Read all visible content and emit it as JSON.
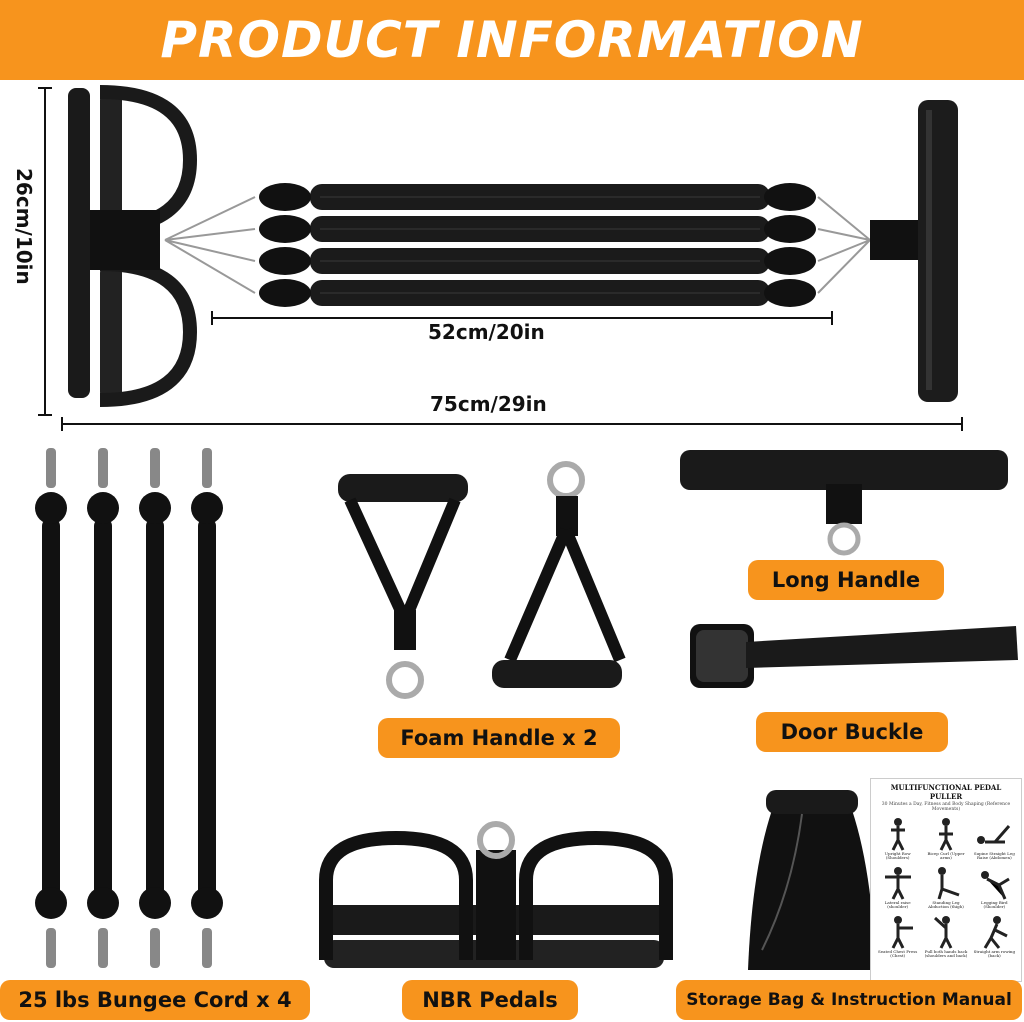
{
  "banner": {
    "title": "PRODUCT INFORMATION"
  },
  "dimensions": {
    "height": "26cm/10in",
    "band_length": "52cm/20in",
    "total_length": "75cm/29in"
  },
  "labels": {
    "bungee": "25 lbs Bungee Cord x 4",
    "foam_handle": "Foam Handle x 2",
    "long_handle": "Long Handle",
    "door_buckle": "Door Buckle",
    "pedals": "NBR Pedals",
    "storage": "Storage Bag & Instruction Manual"
  },
  "manual": {
    "title": "MULTIFUNCTIONAL PEDAL PULLER",
    "subtitle": "30 Minutes a Day, Fitness and Body Shaping (Reference Movements)",
    "items": [
      "Upright Row (Shoulders)",
      "Bicep Curl (Upper arms)",
      "Supine Straight Leg Raise (Abdomen)",
      "Lateral raise (shoulder)",
      "Standing Leg Abduction (thigh)",
      "Legging Bird (Shoulder)",
      "Seated Chest Press (Chest)",
      "Pull both hands back (shoulders and back)",
      "Straight arm rowing (back)"
    ]
  },
  "colors": {
    "accent": "#f7941d",
    "text": "#111111",
    "product": "#111111"
  }
}
